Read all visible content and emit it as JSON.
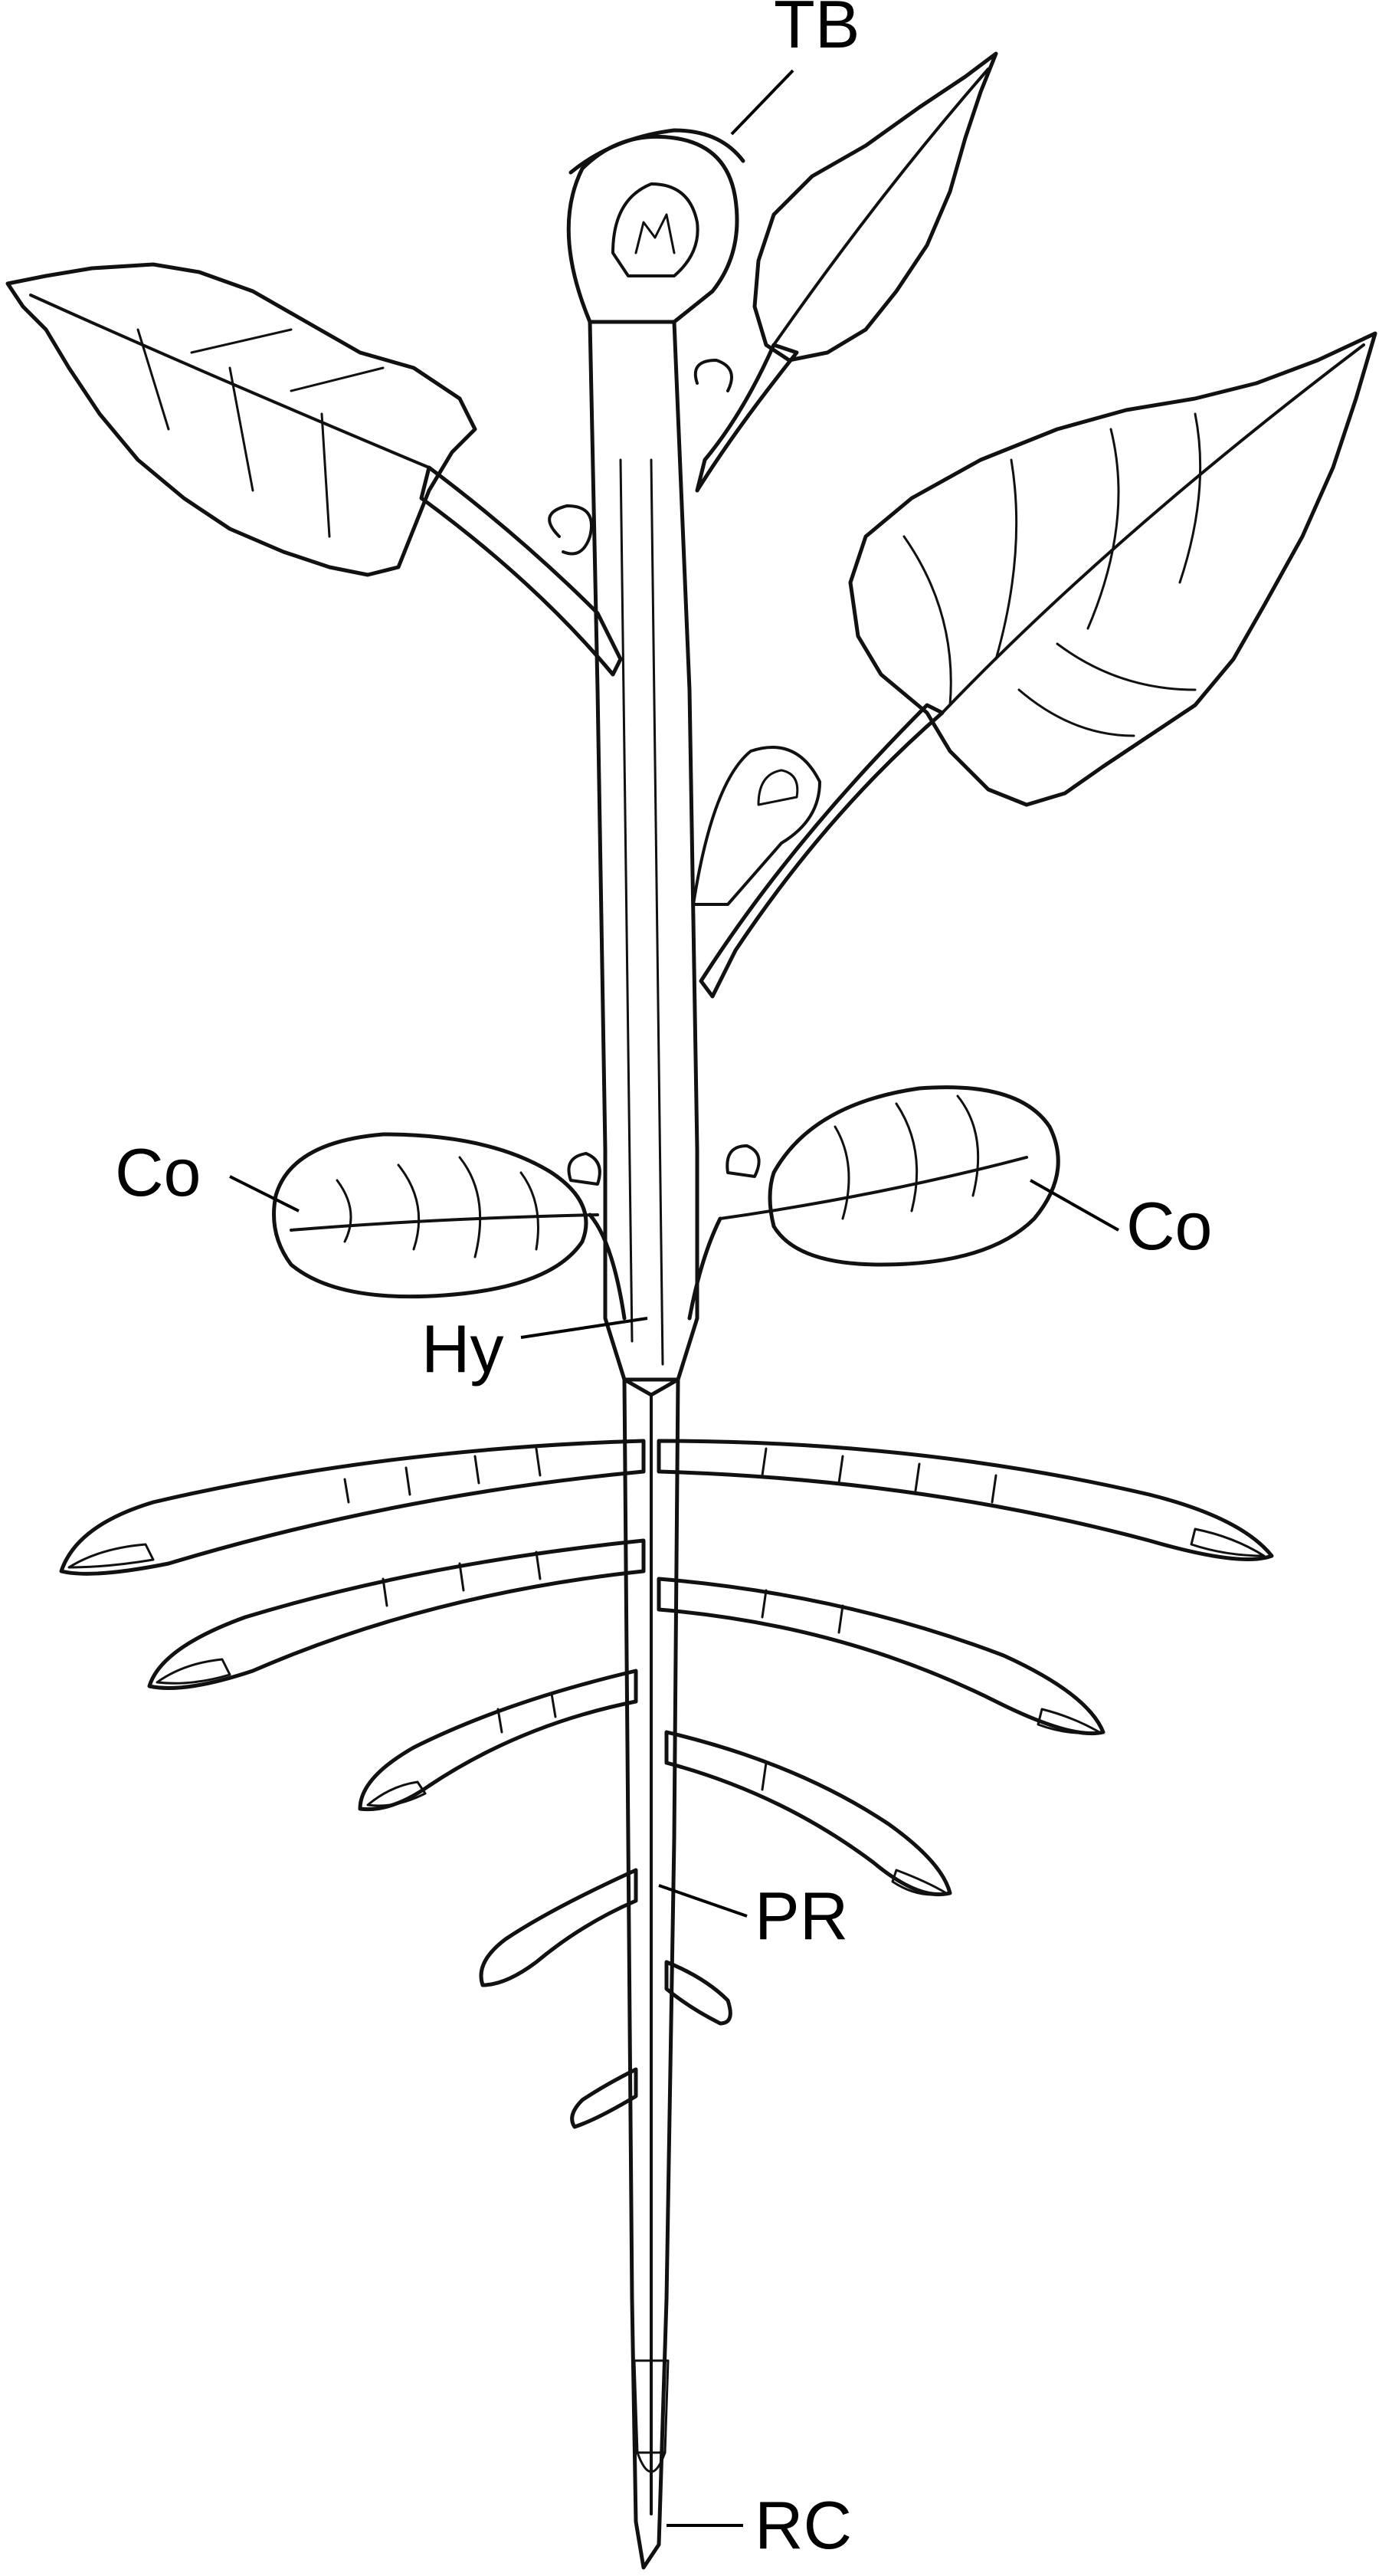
{
  "labels": {
    "tb": "TB",
    "co_left": "Co",
    "co_right": "Co",
    "hy": "Hy",
    "pr": "PR",
    "rc": "RC"
  },
  "colors": {
    "ink": "#111111",
    "shade": "#bdbdbd",
    "leaf_shade": "#9a9a9a",
    "paper": "#ffffff"
  }
}
